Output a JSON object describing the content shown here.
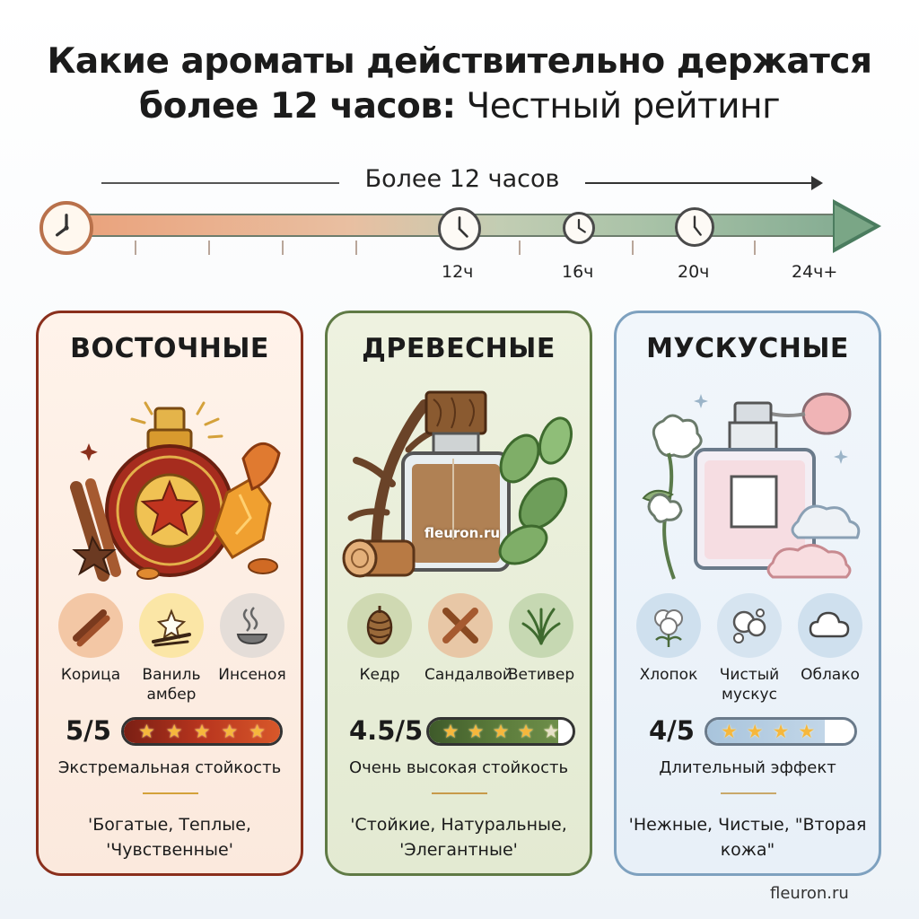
{
  "title": {
    "bold_part": "Какие ароматы действительно держатся более 12 часов:",
    "light_part": "Честный рейтинг",
    "line1": "Какие ароматы действительно держатся",
    "line2_bold": "более 12 часов:",
    "line2_light": "Честный рейтинг"
  },
  "timeline": {
    "label": "Более 12 часов",
    "marks": [
      "12ч",
      "16ч",
      "20ч",
      "24ч+"
    ]
  },
  "cards": [
    {
      "title": "ВОСТОЧНЫЕ",
      "notes": [
        {
          "label": "Корица",
          "icon": "cinnamon-icon"
        },
        {
          "label": "Ваниль амбер",
          "icon": "vanilla-icon"
        },
        {
          "label": "Инсеноя",
          "icon": "incense-icon"
        }
      ],
      "score": "5/5",
      "rating": 5,
      "desc": "Экстремальная стойкость",
      "quote": "'Богатые, Теплые, 'Чувственные'",
      "accent": "#8a2f1c"
    },
    {
      "title": "ДРЕВЕСНЫЕ",
      "notes": [
        {
          "label": "Кедр",
          "icon": "pine-cone-icon"
        },
        {
          "label": "Сандалвой",
          "icon": "sandalwood-icon"
        },
        {
          "label": "Ветивер",
          "icon": "vetiver-grass-icon"
        }
      ],
      "score": "4.5/5",
      "rating": 4.5,
      "desc": "Очень высокая стойкость",
      "quote": "'Стойкие, Натуральные, 'Элегантные'",
      "watermark": "fleuron.ru",
      "accent": "#5f7a45"
    },
    {
      "title": "МУСКУСНЫЕ",
      "notes": [
        {
          "label": "Хлопок",
          "icon": "cotton-flower-icon"
        },
        {
          "label": "Чистый мускус",
          "icon": "musk-bubbles-icon"
        },
        {
          "label": "Облако",
          "icon": "cloud-icon"
        }
      ],
      "score": "4/5",
      "rating": 4,
      "desc": "Длительный эффект",
      "quote": "'Нежные, Чистые, \"Вторая кожа\"",
      "accent": "#7ea1bf"
    }
  ],
  "footer": "fleuron.ru"
}
